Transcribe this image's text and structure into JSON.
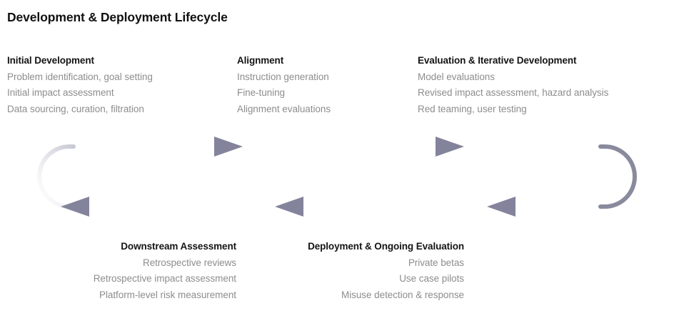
{
  "page": {
    "title": "Development & Deployment Lifecycle",
    "background_color": "#ffffff",
    "title_color": "#111111",
    "phase_title_color": "#141414",
    "phase_item_color": "#8d8d8d",
    "loop_arrow_color": "#83839b",
    "loop_track_color_dark": "#8a8a9d",
    "loop_track_color_light": "#f4f4f6"
  },
  "phases": {
    "top": [
      {
        "title": "Initial Development",
        "items": [
          "Problem identification, goal setting",
          "Initial impact assessment",
          "Data sourcing, curation, filtration"
        ]
      },
      {
        "title": "Alignment",
        "items": [
          "Instruction generation",
          "Fine-tuning",
          "Alignment evaluations"
        ]
      },
      {
        "title": "Evaluation & Iterative Development",
        "items": [
          "Model evaluations",
          "Revised impact assessment, hazard analysis",
          "Red teaming, user testing"
        ]
      }
    ],
    "bottom": [
      {
        "title": "Downstream Assessment",
        "items": [
          "Retrospective reviews",
          "Retrospective impact assessment",
          "Platform-level risk measurement"
        ]
      },
      {
        "title": "Deployment & Ongoing Evaluation",
        "items": [
          "Private betas",
          "Use case pilots",
          "Misuse detection & response"
        ]
      }
    ]
  },
  "loop": {
    "name": "lifecycle-loop",
    "direction_top": "left-to-right",
    "direction_bottom": "right-to-left",
    "top_arrow_count": 2,
    "bottom_arrow_count": 3
  }
}
